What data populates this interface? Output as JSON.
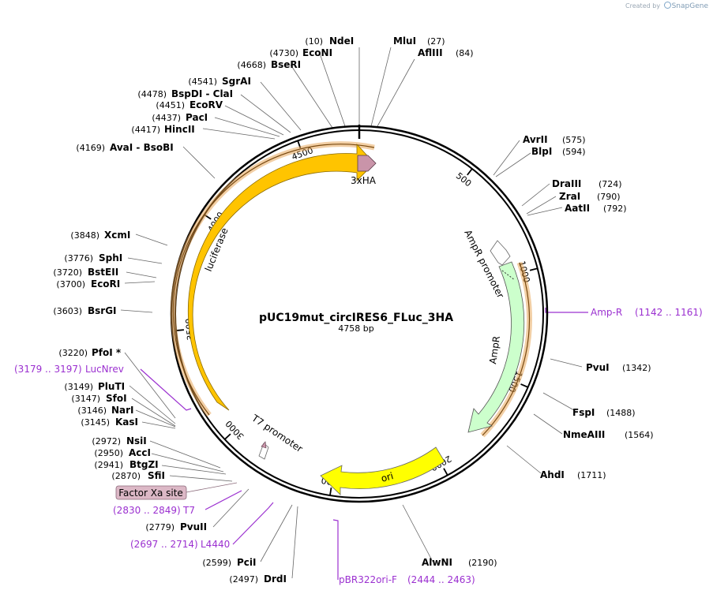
{
  "credit": {
    "prefix": "Created by",
    "brand": "SnapGene"
  },
  "plasmid": {
    "name": "pUC19mut_circIRES6_FLuc_3HA",
    "length": 4758,
    "length_label": "4758 bp"
  },
  "ticks": [
    "500",
    "1000",
    "1500",
    "2000",
    "2500",
    "3000",
    "3500",
    "4000",
    "4500"
  ],
  "features": [
    {
      "name": "luciferase",
      "color": "#ffc400"
    },
    {
      "name": "3xHA",
      "color": "#c994a9"
    },
    {
      "name": "AmpR promoter",
      "color": "#ffffff"
    },
    {
      "name": "AmpR",
      "color": "#ccffcc"
    },
    {
      "name": "ori",
      "color": "#ffff00"
    },
    {
      "name": "T7 promoter",
      "color": "#ffffff"
    }
  ],
  "sites_left": [
    {
      "name": "NdeI",
      "pos": "(10)"
    },
    {
      "name": "EcoNI",
      "pos": "(4730)"
    },
    {
      "name": "BseRI",
      "pos": "(4668)"
    },
    {
      "name": "SgrAI",
      "pos": "(4541)"
    },
    {
      "name": "BspDI  -  ClaI",
      "pos": "(4478)"
    },
    {
      "name": "EcoRV",
      "pos": "(4451)"
    },
    {
      "name": "PacI",
      "pos": "(4437)"
    },
    {
      "name": "HincII",
      "pos": "(4417)"
    },
    {
      "name": "AvaI  -  BsoBI",
      "pos": "(4169)"
    },
    {
      "name": "XcmI",
      "pos": "(3848)"
    },
    {
      "name": "SphI",
      "pos": "(3776)"
    },
    {
      "name": "BstEII",
      "pos": "(3720)"
    },
    {
      "name": "EcoRI",
      "pos": "(3700)"
    },
    {
      "name": "BsrGI",
      "pos": "(3603)"
    },
    {
      "name": "PfoI *",
      "pos": "(3220)"
    },
    {
      "name": "PluTI",
      "pos": "(3149)"
    },
    {
      "name": "SfoI",
      "pos": "(3147)"
    },
    {
      "name": "NarI",
      "pos": "(3146)"
    },
    {
      "name": "KasI",
      "pos": "(3145)"
    },
    {
      "name": "NsiI",
      "pos": "(2972)"
    },
    {
      "name": "AccI",
      "pos": "(2950)"
    },
    {
      "name": "BtgZI",
      "pos": "(2941)"
    },
    {
      "name": "SfiI",
      "pos": "(2870)"
    },
    {
      "name": "PvuII",
      "pos": "(2779)"
    },
    {
      "name": "PciI",
      "pos": "(2599)"
    },
    {
      "name": "DrdI",
      "pos": "(2497)"
    }
  ],
  "sites_right": [
    {
      "name": "MluI",
      "pos": "(27)"
    },
    {
      "name": "AflIII",
      "pos": "(84)"
    },
    {
      "name": "AvrII",
      "pos": "(575)"
    },
    {
      "name": "BlpI",
      "pos": "(594)"
    },
    {
      "name": "DraIII",
      "pos": "(724)"
    },
    {
      "name": "ZraI",
      "pos": "(790)"
    },
    {
      "name": "AatII",
      "pos": "(792)"
    },
    {
      "name": "PvuI",
      "pos": "(1342)"
    },
    {
      "name": "FspI",
      "pos": "(1488)"
    },
    {
      "name": "NmeAIII",
      "pos": "(1564)"
    },
    {
      "name": "AhdI",
      "pos": "(1711)"
    },
    {
      "name": "AlwNI",
      "pos": "(2190)"
    }
  ],
  "primers": [
    {
      "name": "Amp-R",
      "range": "(1142 .. 1161)"
    },
    {
      "name": "LucNrev",
      "range": "(3179 .. 3197)"
    },
    {
      "name": "T7",
      "range": "(2830 .. 2849)"
    },
    {
      "name": "L4440",
      "range": "(2697 .. 2714)"
    },
    {
      "name": "pBR322ori-F",
      "range": "(2444 .. 2463)"
    }
  ],
  "factor_xa": {
    "label": "Factor Xa site",
    "color": "#dcb8c6"
  },
  "colors": {
    "primer": "#9b30d0",
    "outline": "#c8762a",
    "backbone": "#000000"
  }
}
